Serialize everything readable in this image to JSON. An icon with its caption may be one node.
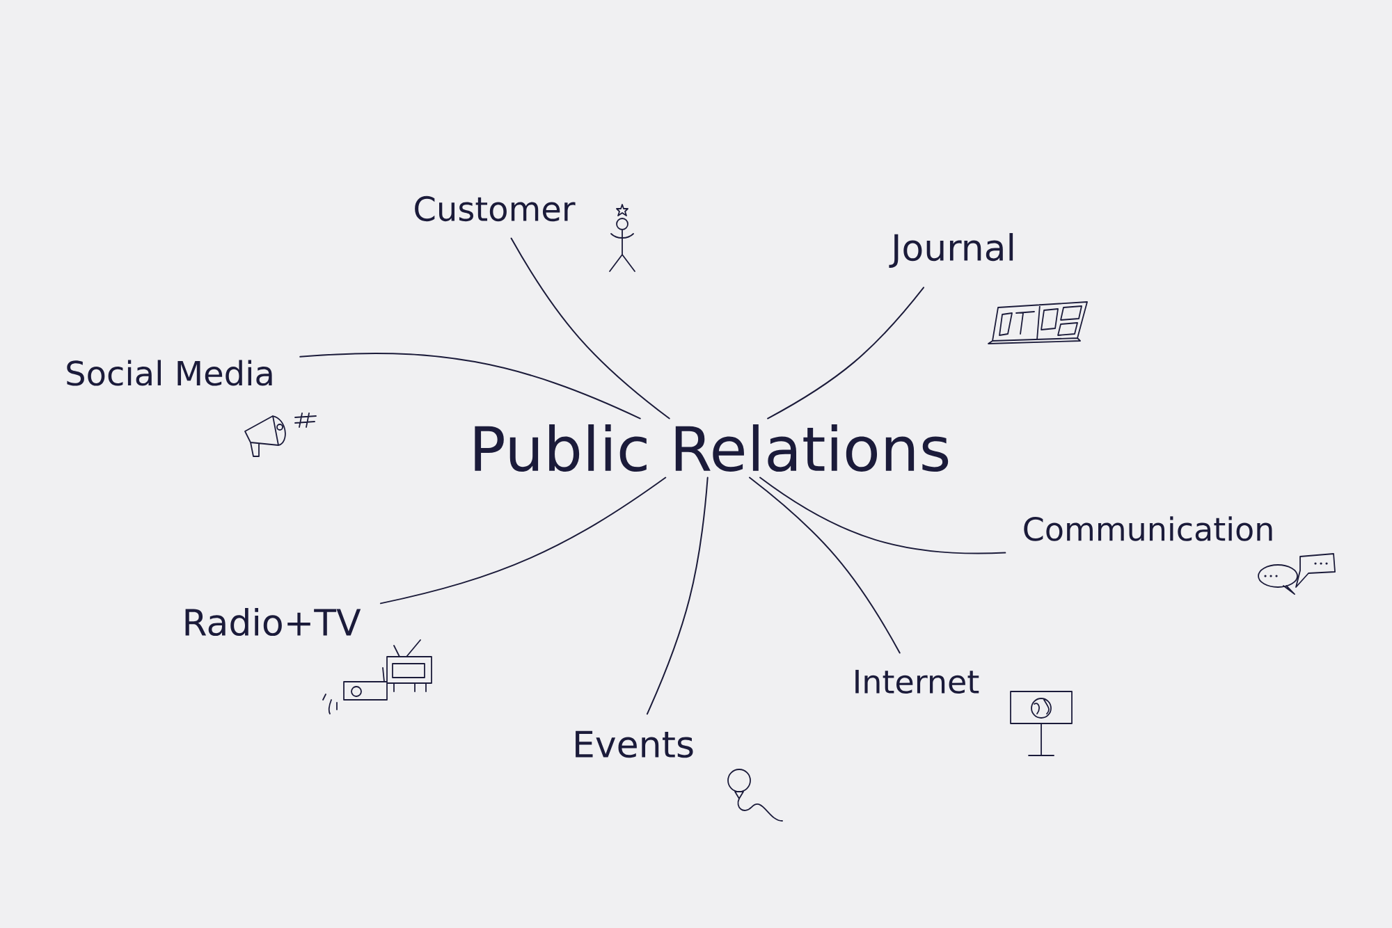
{
  "diagram": {
    "nodes": [
      {
        "text": [
          "Customer"
        ]
      },
      {
        "text": [
          "Journal"
        ]
      },
      {
        "text": [
          "Social Media"
        ]
      },
      {
        "text": [
          "Public Relations"
        ]
      },
      {
        "text": [
          "Communication"
        ]
      },
      {
        "text": [
          "Radio+TV"
        ]
      },
      {
        "text": [
          "Internet"
        ]
      },
      {
        "text": [
          "Events"
        ]
      }
    ],
    "edges": [
      {
        "from": 3,
        "to": 0,
        "arrow": "none"
      },
      {
        "from": 3,
        "to": 1,
        "arrow": "none"
      },
      {
        "from": 3,
        "to": 2,
        "arrow": "none"
      },
      {
        "from": 3,
        "to": 4,
        "arrow": "none"
      },
      {
        "from": 3,
        "to": 5,
        "arrow": "none"
      },
      {
        "from": 3,
        "to": 6,
        "arrow": "none"
      },
      {
        "from": 3,
        "to": 7,
        "arrow": "none"
      }
    ]
  }
}
